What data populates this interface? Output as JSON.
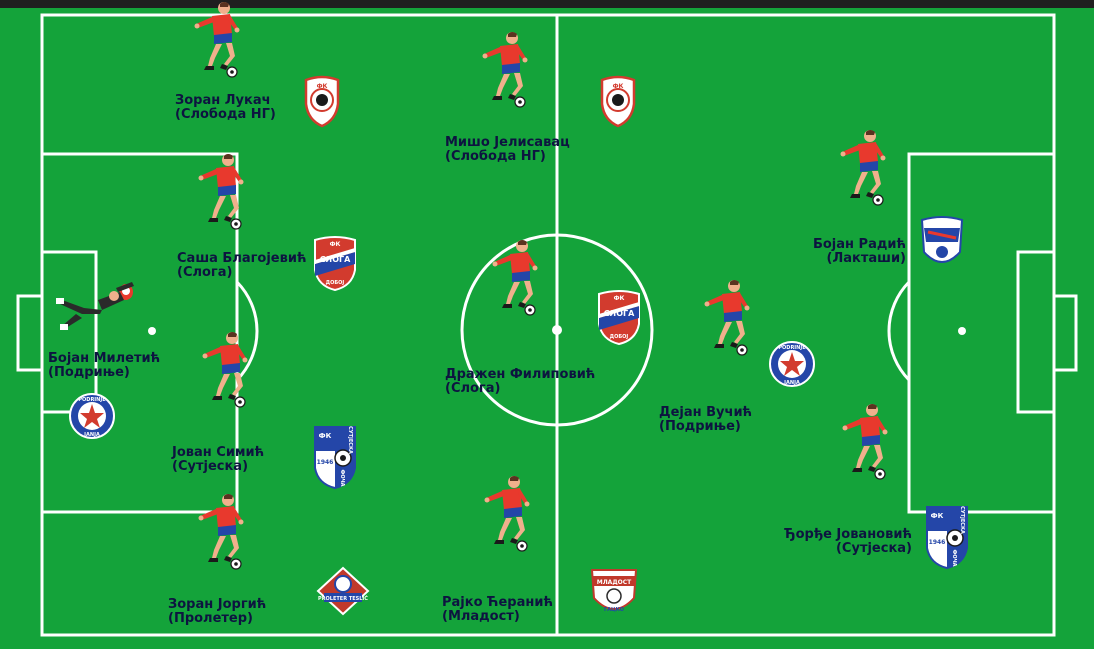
{
  "colors": {
    "pitch": "#14a33a",
    "lines": "#ffffff",
    "frame": "#1f1f1f",
    "shirt": "#e8392d",
    "shorts": "#2446a8",
    "skin": "#f0b08c",
    "label": "#0d1440"
  },
  "players": [
    {
      "name": "Зоран Лукач",
      "club": "(Слобода НГ)",
      "crest": "sloboda-crest"
    },
    {
      "name": "Мишо Јелисавац",
      "club": "(Слобода НГ)",
      "crest": "sloboda-crest"
    },
    {
      "name": "Саша Благојевић",
      "club": "(Слога)",
      "crest": "sloga-crest"
    },
    {
      "name": "Бојан Милетић",
      "club": "(Подриње)",
      "crest": "podrinje-crest"
    },
    {
      "name": "Јован Симић",
      "club": "(Сутјеска)",
      "crest": "sutjeska-crest"
    },
    {
      "name": "Зоран Јоргић",
      "club": "(Пролетер)",
      "crest": "proleter-crest"
    },
    {
      "name": "Дражен Филиповић",
      "club": "(Слога)",
      "crest": "sloga-crest"
    },
    {
      "name": "Рајко Ћеранић",
      "club": "(Младост)",
      "crest": "mladost-crest"
    },
    {
      "name": "Дејан Вучић",
      "club": "(Подриње)",
      "crest": "podrinje-crest"
    },
    {
      "name": "Бојан Радић",
      "club": "(Лакташи)",
      "crest": "laktasi-crest"
    },
    {
      "name": "Ђорђе Јовановић",
      "club": "(Сутјеска)",
      "crest": "sutjeska-crest"
    }
  ],
  "crest_text": {
    "sloga_top": "ФК",
    "sloga_name": "СЛОГА",
    "sloga_city": "ДОБОЈ",
    "sutjeska_top": "ФК",
    "sutjeska_name": "СУТЈЕСКА",
    "sutjeska_year": "1946",
    "sutjeska_city": "ФОЧА",
    "podrinje_top": "PODRINJE",
    "podrinje_bottom": "JANJA",
    "proleter_name": "PROLETER TESLIĆ",
    "mladost_name": "МЛАДОСТ",
    "mladost_bottom": "ГАЦКО",
    "sloboda_top": "ФК"
  }
}
